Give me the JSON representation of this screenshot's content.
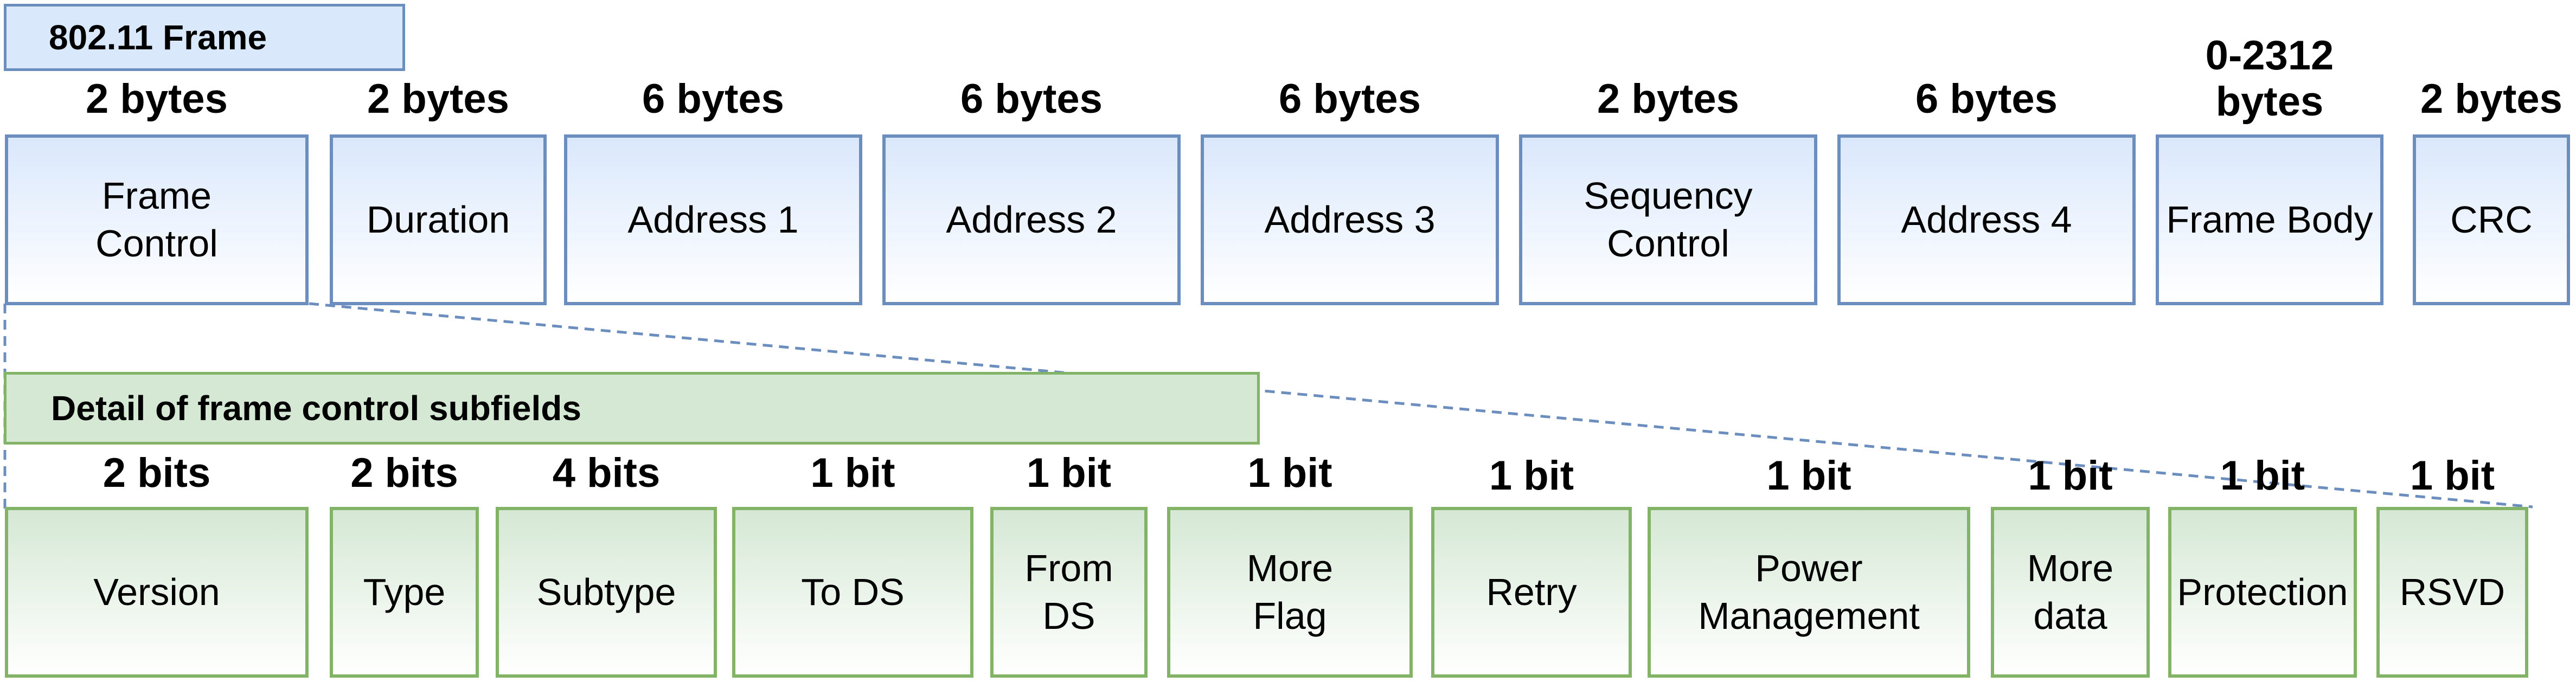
{
  "frame": {
    "title": "802.11 Frame",
    "fields": [
      {
        "size": "2 bytes",
        "label": "Frame\nControl"
      },
      {
        "size": "2 bytes",
        "label": "Duration"
      },
      {
        "size": "6 bytes",
        "label": "Address 1"
      },
      {
        "size": "6 bytes",
        "label": "Address 2"
      },
      {
        "size": "6 bytes",
        "label": "Address 3"
      },
      {
        "size": "2 bytes",
        "label": "Sequency\nControl"
      },
      {
        "size": "6 bytes",
        "label": "Address 4"
      },
      {
        "size": "0-2312\nbytes",
        "label": "Frame Body"
      },
      {
        "size": "2 bytes",
        "label": "CRC"
      }
    ]
  },
  "detail": {
    "title": "Detail of frame control subfields",
    "fields": [
      {
        "size": "2 bits",
        "label": "Version"
      },
      {
        "size": "2 bits",
        "label": "Type"
      },
      {
        "size": "4 bits",
        "label": "Subtype"
      },
      {
        "size": "1 bit",
        "label": "To DS"
      },
      {
        "size": "1 bit",
        "label": "From\nDS"
      },
      {
        "size": "1 bit",
        "label": "More\nFlag"
      },
      {
        "size": "1 bit",
        "label": "Retry"
      },
      {
        "size": "1 bit",
        "label": "Power\nManagement"
      },
      {
        "size": "1 bit",
        "label": "More\ndata"
      },
      {
        "size": "1 bit",
        "label": "Protection"
      },
      {
        "size": "1 bit",
        "label": "RSVD"
      }
    ]
  },
  "colors": {
    "blue_fill": "#dae8fc",
    "blue_stroke": "#6c8ebf",
    "green_fill": "#d5e8d4",
    "green_stroke": "#82b366"
  }
}
